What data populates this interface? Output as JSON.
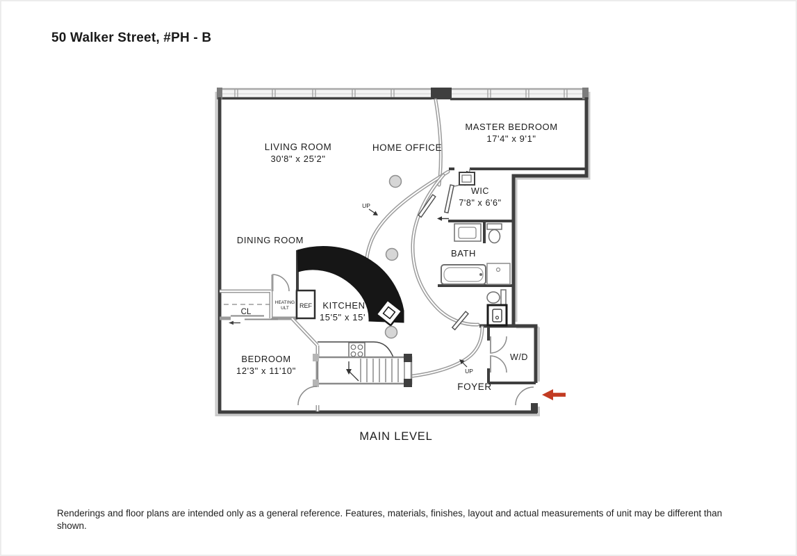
{
  "page": {
    "title": "50 Walker Street, #PH - B",
    "level_label": "MAIN LEVEL",
    "disclaimer": "Renderings and floor plans are intended only as a general reference. Features, materials, finishes, layout and actual measurements of unit may be different than shown."
  },
  "colors": {
    "wall_dark": "#3f3f3f",
    "wall_light": "#9b9b9b",
    "entry_arrow": "#c23b22"
  },
  "rooms": {
    "living_room": {
      "name": "LIVING ROOM",
      "dims": "30'8\" x 25'2\""
    },
    "home_office": {
      "name": "HOME OFFICE"
    },
    "master_bedroom": {
      "name": "MASTER BEDROOM",
      "dims": "17'4\" x 9'1\""
    },
    "wic": {
      "name": "WIC",
      "dims": "7'8\" x 6'6\""
    },
    "bath": {
      "name": "BATH"
    },
    "dining_room": {
      "name": "DINING ROOM"
    },
    "kitchen": {
      "name": "KITCHEN",
      "dims": "15'5\" x 15'"
    },
    "closet": {
      "name": "CL"
    },
    "heating": {
      "line1": "HEATING",
      "line2": "ULT"
    },
    "refrigerator": {
      "name": "REF"
    },
    "bedroom": {
      "name": "BEDROOM",
      "dims": "12'3\" x 11'10\""
    },
    "washer_dryer": {
      "name": "W/D"
    },
    "foyer": {
      "name": "FOYER"
    }
  },
  "annotations": {
    "stair_up_1": "UP",
    "stair_up_2": "UP"
  }
}
